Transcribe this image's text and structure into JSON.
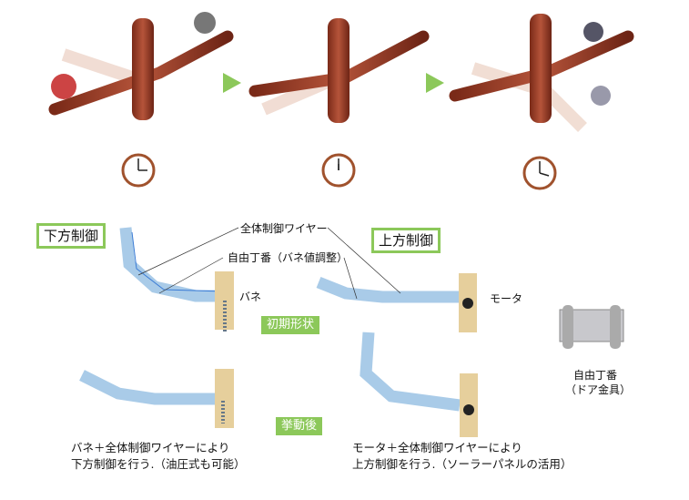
{
  "labels": {
    "downward_control": "下方制御",
    "upward_control": "上方制御",
    "global_wire": "全体制御ワイヤー",
    "free_hinge_adjust": "自由丁番（バネ値調整）",
    "spring": "バネ",
    "motor": "モータ",
    "initial_shape": "初期形状",
    "after_motion": "挙動後",
    "hinge_title": "自由丁番",
    "hinge_sub": "（ドア金具）"
  },
  "captions": {
    "left_line1": "バネ＋全体制御ワイヤーにより",
    "left_line2": "下方制御を行う.（油圧式も可能）",
    "right_line1": "モータ＋全体制御ワイヤーにより",
    "right_line2": "上方制御を行う.（ソーラーパネルの活用）"
  },
  "colors": {
    "accent_green": "#8cc85a",
    "trunk": "#a0432b",
    "segment": "#a9cbe8",
    "post": "#e6cf9c"
  }
}
